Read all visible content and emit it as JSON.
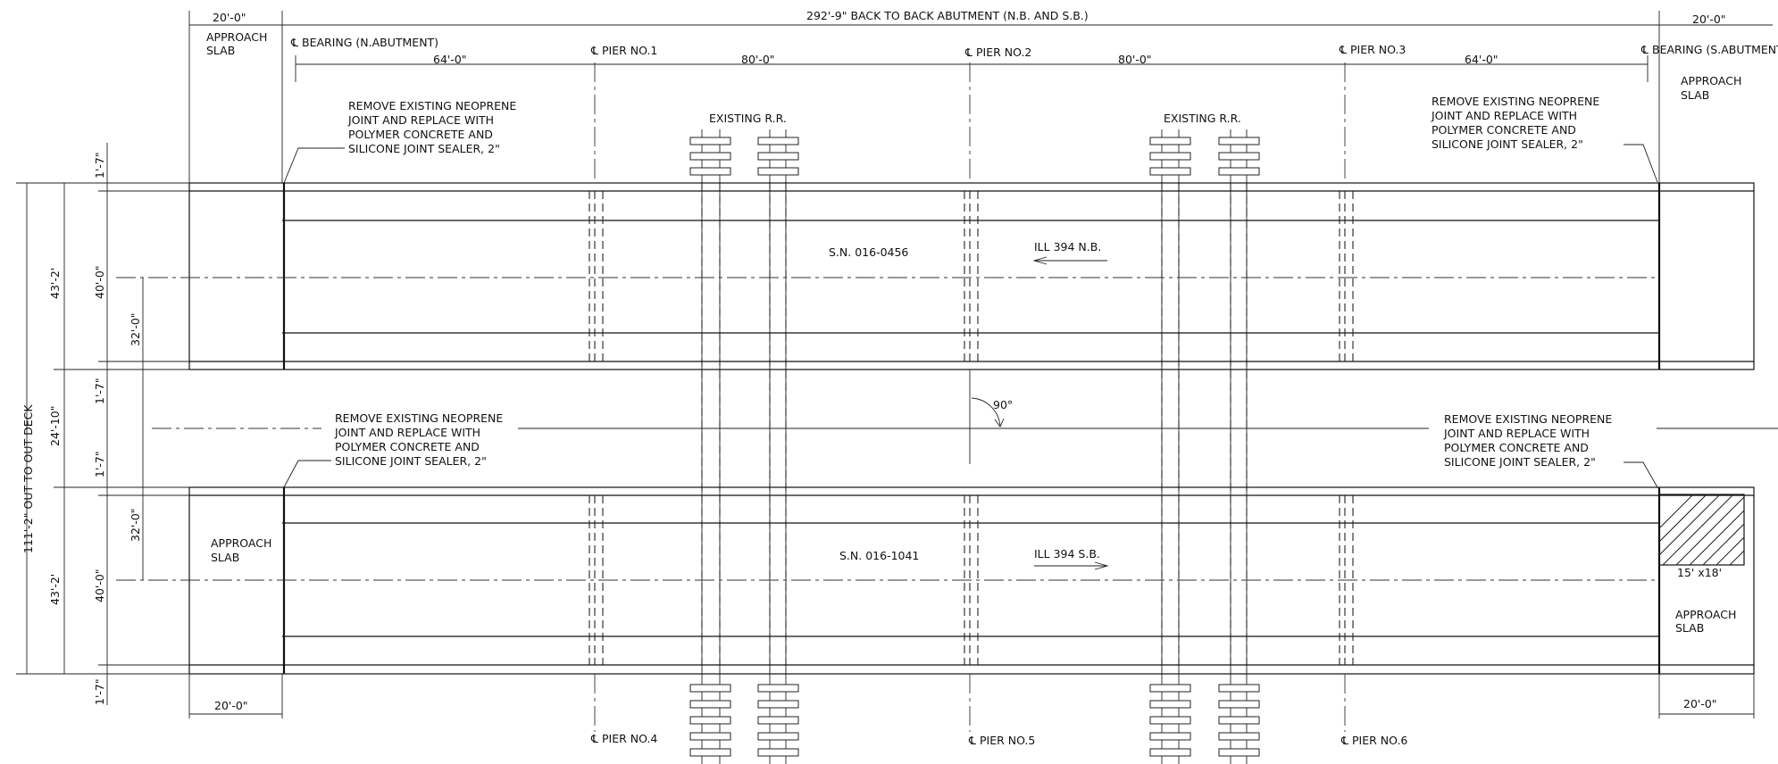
{
  "dimensions": {
    "top_left": "20'-0\"",
    "top_overall": "292'-9\" BACK TO BACK ABUTMENT (N.B. AND S.B.)",
    "top_right": "20'-0\"",
    "span_1": "64'-0\"",
    "span_2": "80'-0\"",
    "span_3": "80'-0\"",
    "span_4": "64'-0\"",
    "bottom_left": "20'-0\"",
    "bottom_right": "20'-0\"",
    "overall_deck": "111'-2\" OUT TO OUT DECK",
    "nb_width": "43'-2'",
    "median": "24'-10\"",
    "sb_width": "43'-2'",
    "overhang_1": "1'-7\"",
    "overhang_2": "1'-7\"",
    "overhang_3": "1'-7\"",
    "overhang_4": "1'-7\"",
    "nb_roadway": "40'-0\"",
    "nb_centerline": "32'-0\"",
    "sb_centerline": "32'-0\"",
    "sb_roadway": "40'-0\"",
    "patch_size": "15' x18'"
  },
  "labels": {
    "bearing_n": "℄ BEARING (N.ABUTMENT)",
    "bearing_s": "℄ BEARING (S.ABUTMENT)",
    "pier_1": "℄ PIER NO.1",
    "pier_2": "℄ PIER NO.2",
    "pier_3": "℄ PIER NO.3",
    "pier_4": "℄ PIER NO.4",
    "pier_5": "℄ PIER NO.5",
    "pier_6": "℄ PIER NO.6",
    "existing_rr_1": "EXISTING R.R.",
    "existing_rr_2": "EXISTING R.R.",
    "approach_slab": [
      "APPROACH",
      "SLAB"
    ],
    "joint_note": [
      "REMOVE EXISTING NEOPRENE",
      "JOINT AND REPLACE WITH",
      "POLYMER CONCRETE AND",
      "SILICONE JOINT SEALER, 2\""
    ],
    "nb_structure": "S.N. 016-0456",
    "nb_route": "ILL 394 N.B.",
    "sb_structure": "S.N. 016-1041",
    "sb_route": "ILL 394 S.B.",
    "skew_angle": "90°"
  }
}
